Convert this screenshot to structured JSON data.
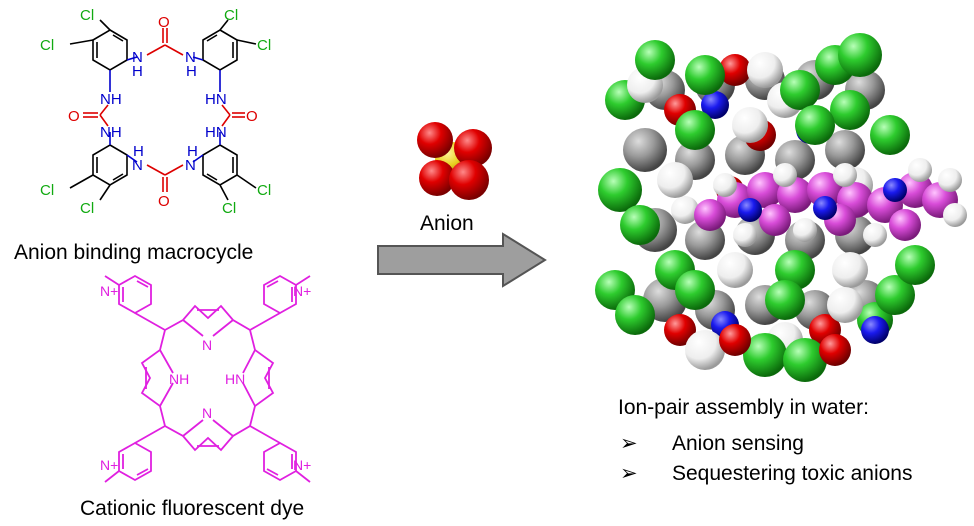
{
  "macrocycle": {
    "caption": "Anion binding macrocycle",
    "atoms": {
      "chloro": "Cl",
      "amine": "NH",
      "amine_rev": "HN",
      "nitrogen": "N",
      "hydrogen": "H",
      "oxygen": "O"
    }
  },
  "dye": {
    "caption": "Cationic fluorescent dye",
    "atoms": {
      "nh": "NH",
      "hn": "HN",
      "n": "N",
      "n_plus": "N+"
    }
  },
  "arrow": {
    "label": "Anion"
  },
  "assembly": {
    "title": "Ion-pair assembly in water:",
    "bullets": [
      "Anion sensing",
      "Sequestering toxic anions"
    ],
    "bullet_mark": "➢"
  },
  "colors": {
    "chlorine": "#11aa11",
    "nitrogen": "#0000cc",
    "oxygen": "#dd0000",
    "dye_magenta": "#e020e0",
    "arrow_gray": "#999999",
    "sphere_cl": "#2ecc2e",
    "sphere_o": "#e00000",
    "sphere_h": "#f4f4f4",
    "sphere_c": "#9a9a9a",
    "sphere_n": "#1a1aee",
    "sphere_s": "#e8d020",
    "sphere_dye": "#d84cd8"
  }
}
